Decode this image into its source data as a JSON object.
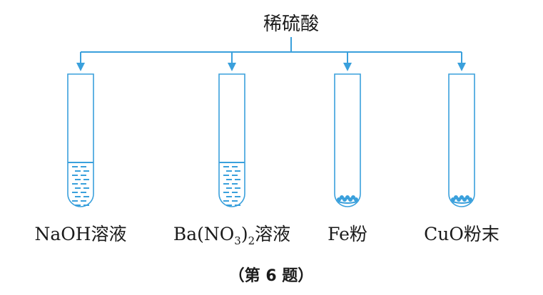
{
  "reagent": "稀硫酸",
  "tubes": [
    {
      "label": "NaOH溶液",
      "content": "liquid"
    },
    {
      "label_parts": [
        "Ba(NO",
        "3",
        ")",
        "2",
        "溶液"
      ],
      "label": "Ba(NO3)2溶液",
      "content": "liquid"
    },
    {
      "label": "Fe粉",
      "content": "powder"
    },
    {
      "label": "CuO粉末",
      "content": "powder"
    }
  ],
  "caption": "（第 6 题）",
  "colors": {
    "line": "#3aa0dc",
    "text": "#1a1a1a"
  }
}
